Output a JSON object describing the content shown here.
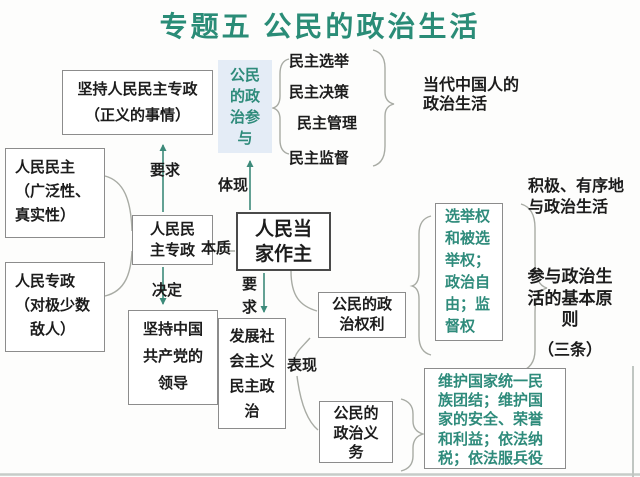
{
  "title": "专题五  公民的政治生活",
  "nodes": {
    "uphold_dictatorship": "坚持人民民主专政\n（正义的事情）",
    "political_participation": "公民的政治参与",
    "democracy_items": [
      "民主选举",
      "民主决策",
      "民主管理",
      "民主监督"
    ],
    "contemporary_life": "当代中国人的\n政治生活",
    "peoples_democracy": "人民民主\n（广泛性、\n真实性）",
    "peoples_dictatorship": "人民专政\n（对极少数\n　敌人）",
    "democratic_dictatorship": "人民民主专政",
    "masters_of_country": "人民当家作主",
    "party_leadership": "坚持中国共产党的领导",
    "develop_democracy": "发展社会主义民主政治",
    "political_rights": "公民的政治权利",
    "rights_detail": "选举权和被选举权；政治自由；监督权",
    "political_duties": "公民的政治义务",
    "duties_detail": "维护国家统一民族团结；维护国家的安全、荣誉和利益；依法纳税；依法服兵役",
    "orderly_participation": "积极、有序地\n与政治生活",
    "basic_principles": "参与政治生活的基本原则",
    "principles_note": "（三条）"
  },
  "labels": {
    "requirement_top": "要求",
    "embodiment": "体现",
    "essence": "本质",
    "determines": "决定",
    "requirement_bottom": "要求",
    "manifestation": "表现"
  },
  "colors": {
    "title_teal": "#2a8c77",
    "teal_text": "#2e8b7b",
    "highlight_bg": "#e4ecf6",
    "arrow": "#3d8a7a",
    "connector_gray": "#a8aba4",
    "box_border": "#8c8c8c",
    "text": "#1c1c1c"
  }
}
